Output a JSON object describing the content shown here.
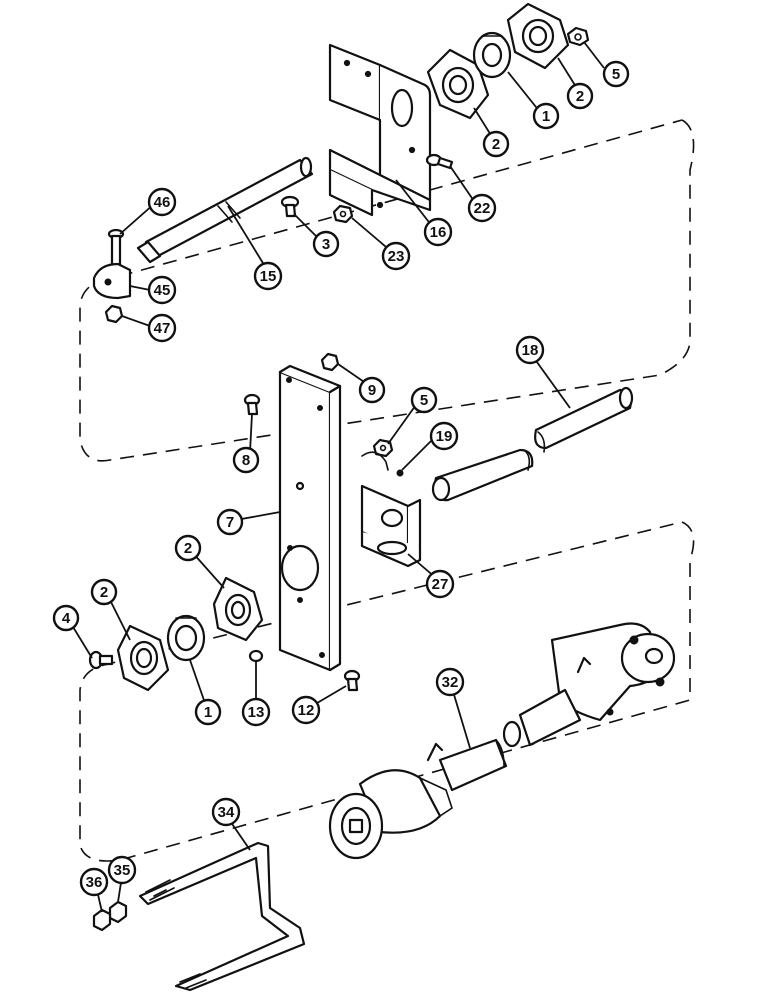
{
  "figure": {
    "type": "exploded parts diagram",
    "line_color": "#111111",
    "background": "#ffffff"
  },
  "callouts": [
    {
      "id": "c-5a",
      "label": "5"
    },
    {
      "id": "c-2a",
      "label": "2"
    },
    {
      "id": "c-1a",
      "label": "1"
    },
    {
      "id": "c-2b",
      "label": "2"
    },
    {
      "id": "c-22",
      "label": "22"
    },
    {
      "id": "c-16",
      "label": "16"
    },
    {
      "id": "c-23",
      "label": "23"
    },
    {
      "id": "c-3",
      "label": "3"
    },
    {
      "id": "c-15",
      "label": "15"
    },
    {
      "id": "c-46",
      "label": "46"
    },
    {
      "id": "c-45",
      "label": "45"
    },
    {
      "id": "c-47",
      "label": "47"
    },
    {
      "id": "c-9",
      "label": "9"
    },
    {
      "id": "c-18",
      "label": "18"
    },
    {
      "id": "c-5b",
      "label": "5"
    },
    {
      "id": "c-19",
      "label": "19"
    },
    {
      "id": "c-8",
      "label": "8"
    },
    {
      "id": "c-7",
      "label": "7"
    },
    {
      "id": "c-27",
      "label": "27"
    },
    {
      "id": "c-2c",
      "label": "2"
    },
    {
      "id": "c-2d",
      "label": "2"
    },
    {
      "id": "c-4",
      "label": "4"
    },
    {
      "id": "c-1b",
      "label": "1"
    },
    {
      "id": "c-13",
      "label": "13"
    },
    {
      "id": "c-12",
      "label": "12"
    },
    {
      "id": "c-32",
      "label": "32"
    },
    {
      "id": "c-34",
      "label": "34"
    },
    {
      "id": "c-35",
      "label": "35"
    },
    {
      "id": "c-36",
      "label": "36"
    }
  ]
}
